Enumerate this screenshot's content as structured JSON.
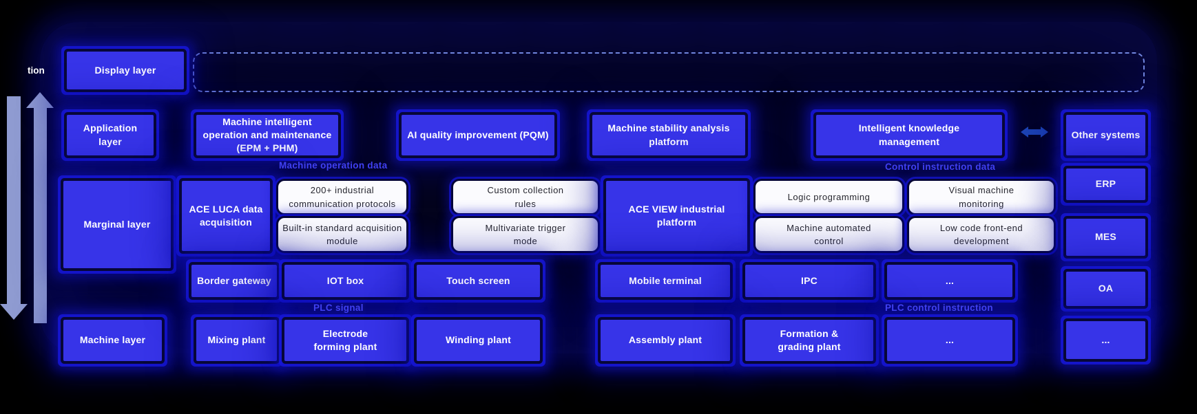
{
  "colors": {
    "box_blue": "#3734e8",
    "white_box_bg": "#fbfbfe",
    "white_box_text": "#26262e",
    "flow_label_blue": "#4040f2",
    "side_arrow_gray": "#8f9bd1",
    "double_arrow_blue": "#1d44b4",
    "dashed_border": "#7186df",
    "background": "#000000"
  },
  "edge": {
    "clipped_text": "tion"
  },
  "layers": {
    "display": "Display layer",
    "application": "Application layer",
    "marginal": "Marginal layer",
    "machine": "Machine layer"
  },
  "application_row": {
    "machine_iom": "Machine intelligent operation and maintenance (EPM + PHM)",
    "ai_quality": "AI quality improvement (PQM)",
    "machine_stability": "Machine stability analysis platform",
    "intelligent_knowledge": "Intelligent knowledge management",
    "other_systems": "Other systems"
  },
  "flow_labels": {
    "machine_operation_data": "Machine operation data",
    "control_instruction_data": "Control instruction data",
    "plc_signal": "PLC signal",
    "plc_control_instruction": "PLC control instruction"
  },
  "marginal_row": {
    "ace_luca": "ACE LUCA data acquisition",
    "protocols": "200+ industrial communication protocols",
    "builtin_module": "Built-in standard acquisition module",
    "custom_rules": "Custom collection rules",
    "multivariate": "Multivariate trigger mode",
    "ace_view": "ACE VIEW industrial platform",
    "logic_programming": "Logic programming",
    "machine_automated": "Machine automated control",
    "visual_monitoring": "Visual machine monitoring",
    "low_code": "Low code front-end development"
  },
  "gateway_row": {
    "border_gateway": "Border gateway",
    "iot_box": "IOT box",
    "touch_screen": "Touch screen",
    "mobile_terminal": "Mobile terminal",
    "ipc": "IPC",
    "more": "..."
  },
  "machine_row": {
    "mixing_plant": "Mixing plant",
    "electrode_plant": "Electrode forming plant",
    "winding_plant": "Winding plant",
    "assembly_plant": "Assembly plant",
    "formation_plant": "Formation & grading plant",
    "more": "..."
  },
  "right_column": {
    "erp": "ERP",
    "mes": "MES",
    "oa": "OA",
    "more": "..."
  }
}
